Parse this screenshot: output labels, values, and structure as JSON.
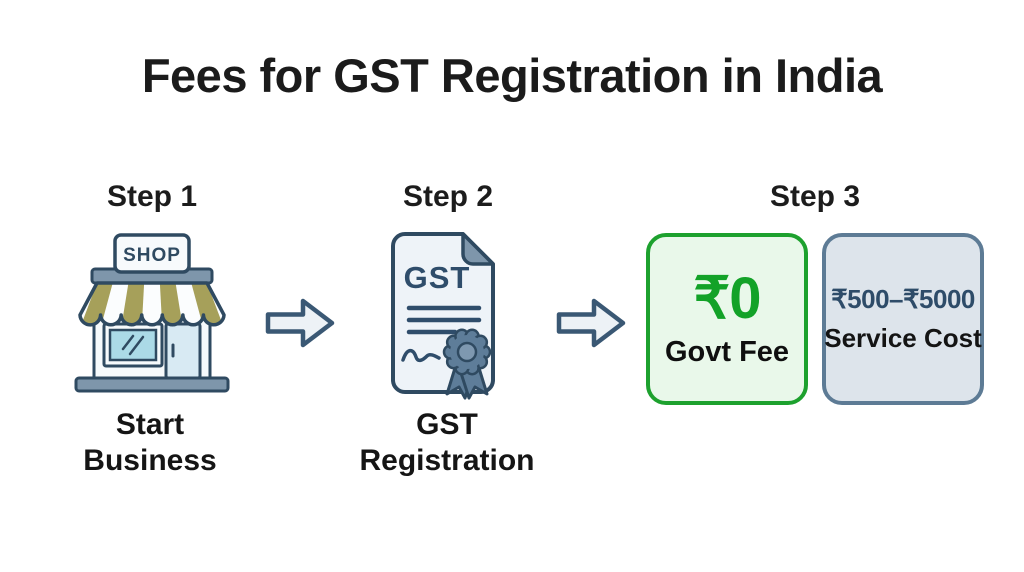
{
  "title": "Fees for GST Registration in India",
  "colors": {
    "background": "#ffffff",
    "title_text": "#1b1b1b",
    "outline_slate": "#2f4a61",
    "slate_fill": "#7e96ab",
    "awning_olive": "#a6a05a",
    "paper_fill": "#eef3f8",
    "window_blue": "#abdae7",
    "door_blue": "#d8eaf3",
    "arrow_fill": "#edf2f6",
    "green_border": "#1da12e",
    "green_fill": "#e9f8ea",
    "green_text": "#13a228",
    "blue_card_border": "#5d7b95",
    "blue_card_fill": "#dde4eb",
    "blue_card_text": "#2e4c69"
  },
  "steps": [
    {
      "label": "Step 1",
      "icon": "shop-icon",
      "icon_text": "SHOP",
      "caption": [
        "Start",
        "Business"
      ]
    },
    {
      "label": "Step 2",
      "icon": "gst-document-icon",
      "icon_text": "GST",
      "caption": [
        "GST",
        "Registration"
      ]
    },
    {
      "label": "Step 3",
      "cards": [
        {
          "amount": "₹0",
          "label": "Govt Fee"
        },
        {
          "amount": "₹500–₹5000",
          "label": "Service Cost"
        }
      ]
    }
  ]
}
